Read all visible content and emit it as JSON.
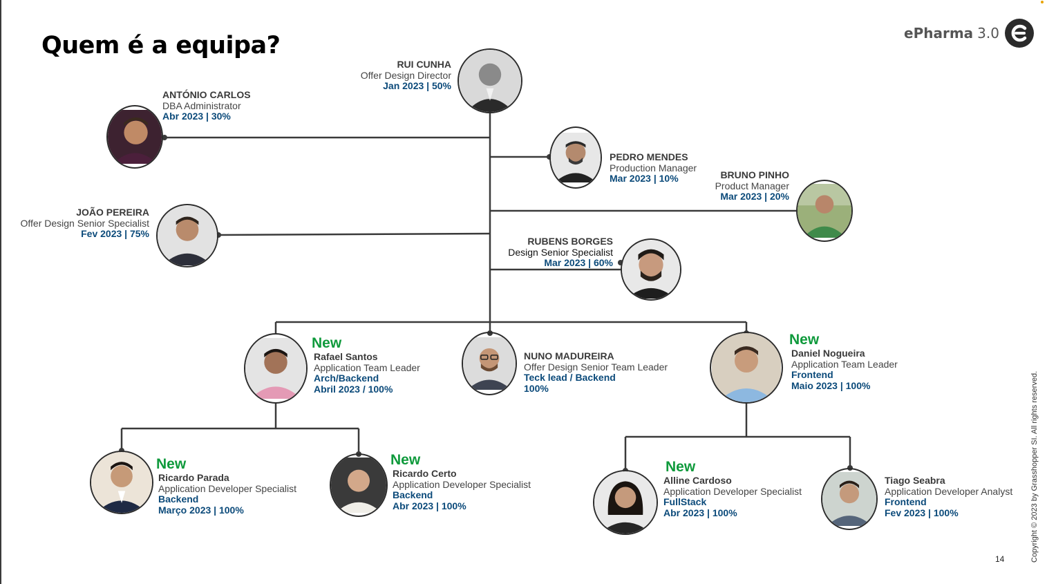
{
  "title": "Quem é a equipa?",
  "brand": {
    "name": "ePharma",
    "version": "3.0",
    "logo_icon": "epharma-logo-icon",
    "accent": "#2b2b2b"
  },
  "colors": {
    "new_badge": "#0f9a3c",
    "highlight": "#0b4a7a",
    "connector": "#3a3a3a"
  },
  "people": {
    "rui": {
      "name": "RUI CUNHA",
      "role": "Offer Design Director",
      "detail": "Jan 2023 | 50%"
    },
    "antonio": {
      "name": "ANTÓNIO CARLOS",
      "role": "DBA Administrator",
      "detail": "Abr 2023 | 30%"
    },
    "pedro": {
      "name": "PEDRO MENDES",
      "role": "Production Manager",
      "detail": "Mar 2023 | 10%"
    },
    "bruno": {
      "name": "BRUNO PINHO",
      "role": "Product  Manager",
      "detail": "Mar 2023 | 20%"
    },
    "joao": {
      "name": "JOÃO PEREIRA",
      "role": "Offer Design Senior Specialist",
      "detail": "Fev 2023 | 75%"
    },
    "rubens": {
      "name": "RUBENS BORGES",
      "role": "Design Senior Specialist",
      "detail": "Mar 2023 | 60%"
    },
    "rafael": {
      "badge": "New",
      "name": "Rafael Santos",
      "role": "Application Team Leader",
      "area": "Arch/Backend",
      "detail": "Abril 2023 / 100%"
    },
    "nuno": {
      "name": "NUNO MADUREIRA",
      "role": "Offer Design Senior Team Leader",
      "area": "Teck lead / Backend",
      "detail": "100%"
    },
    "daniel": {
      "badge": "New",
      "name": "Daniel Nogueira",
      "role": "Application Team Leader",
      "area": "Frontend",
      "detail": "Maio 2023 | 100%"
    },
    "ricardo_parada": {
      "badge": "New",
      "name": "Ricardo Parada",
      "role": "Application Developer Specialist",
      "area": "Backend",
      "detail": "Março 2023 | 100%"
    },
    "ricardo_certo": {
      "badge": "New",
      "name": "Ricardo Certo",
      "role": "Application Developer Specialist",
      "area": "Backend",
      "detail": "Abr 2023 | 100%"
    },
    "alline": {
      "badge": "New",
      "name": "Alline Cardoso",
      "role": "Application Developer Specialist",
      "area": "FullStack",
      "detail": "Abr 2023 | 100%"
    },
    "tiago": {
      "name": "Tiago Seabra",
      "role": "Application Developer Analyst",
      "area": "Frontend",
      "detail": "Fev 2023 | 100%"
    }
  },
  "page_number": "14",
  "copyright": "Copyright © 2023 by Grasshopper SI. All rights reserved."
}
